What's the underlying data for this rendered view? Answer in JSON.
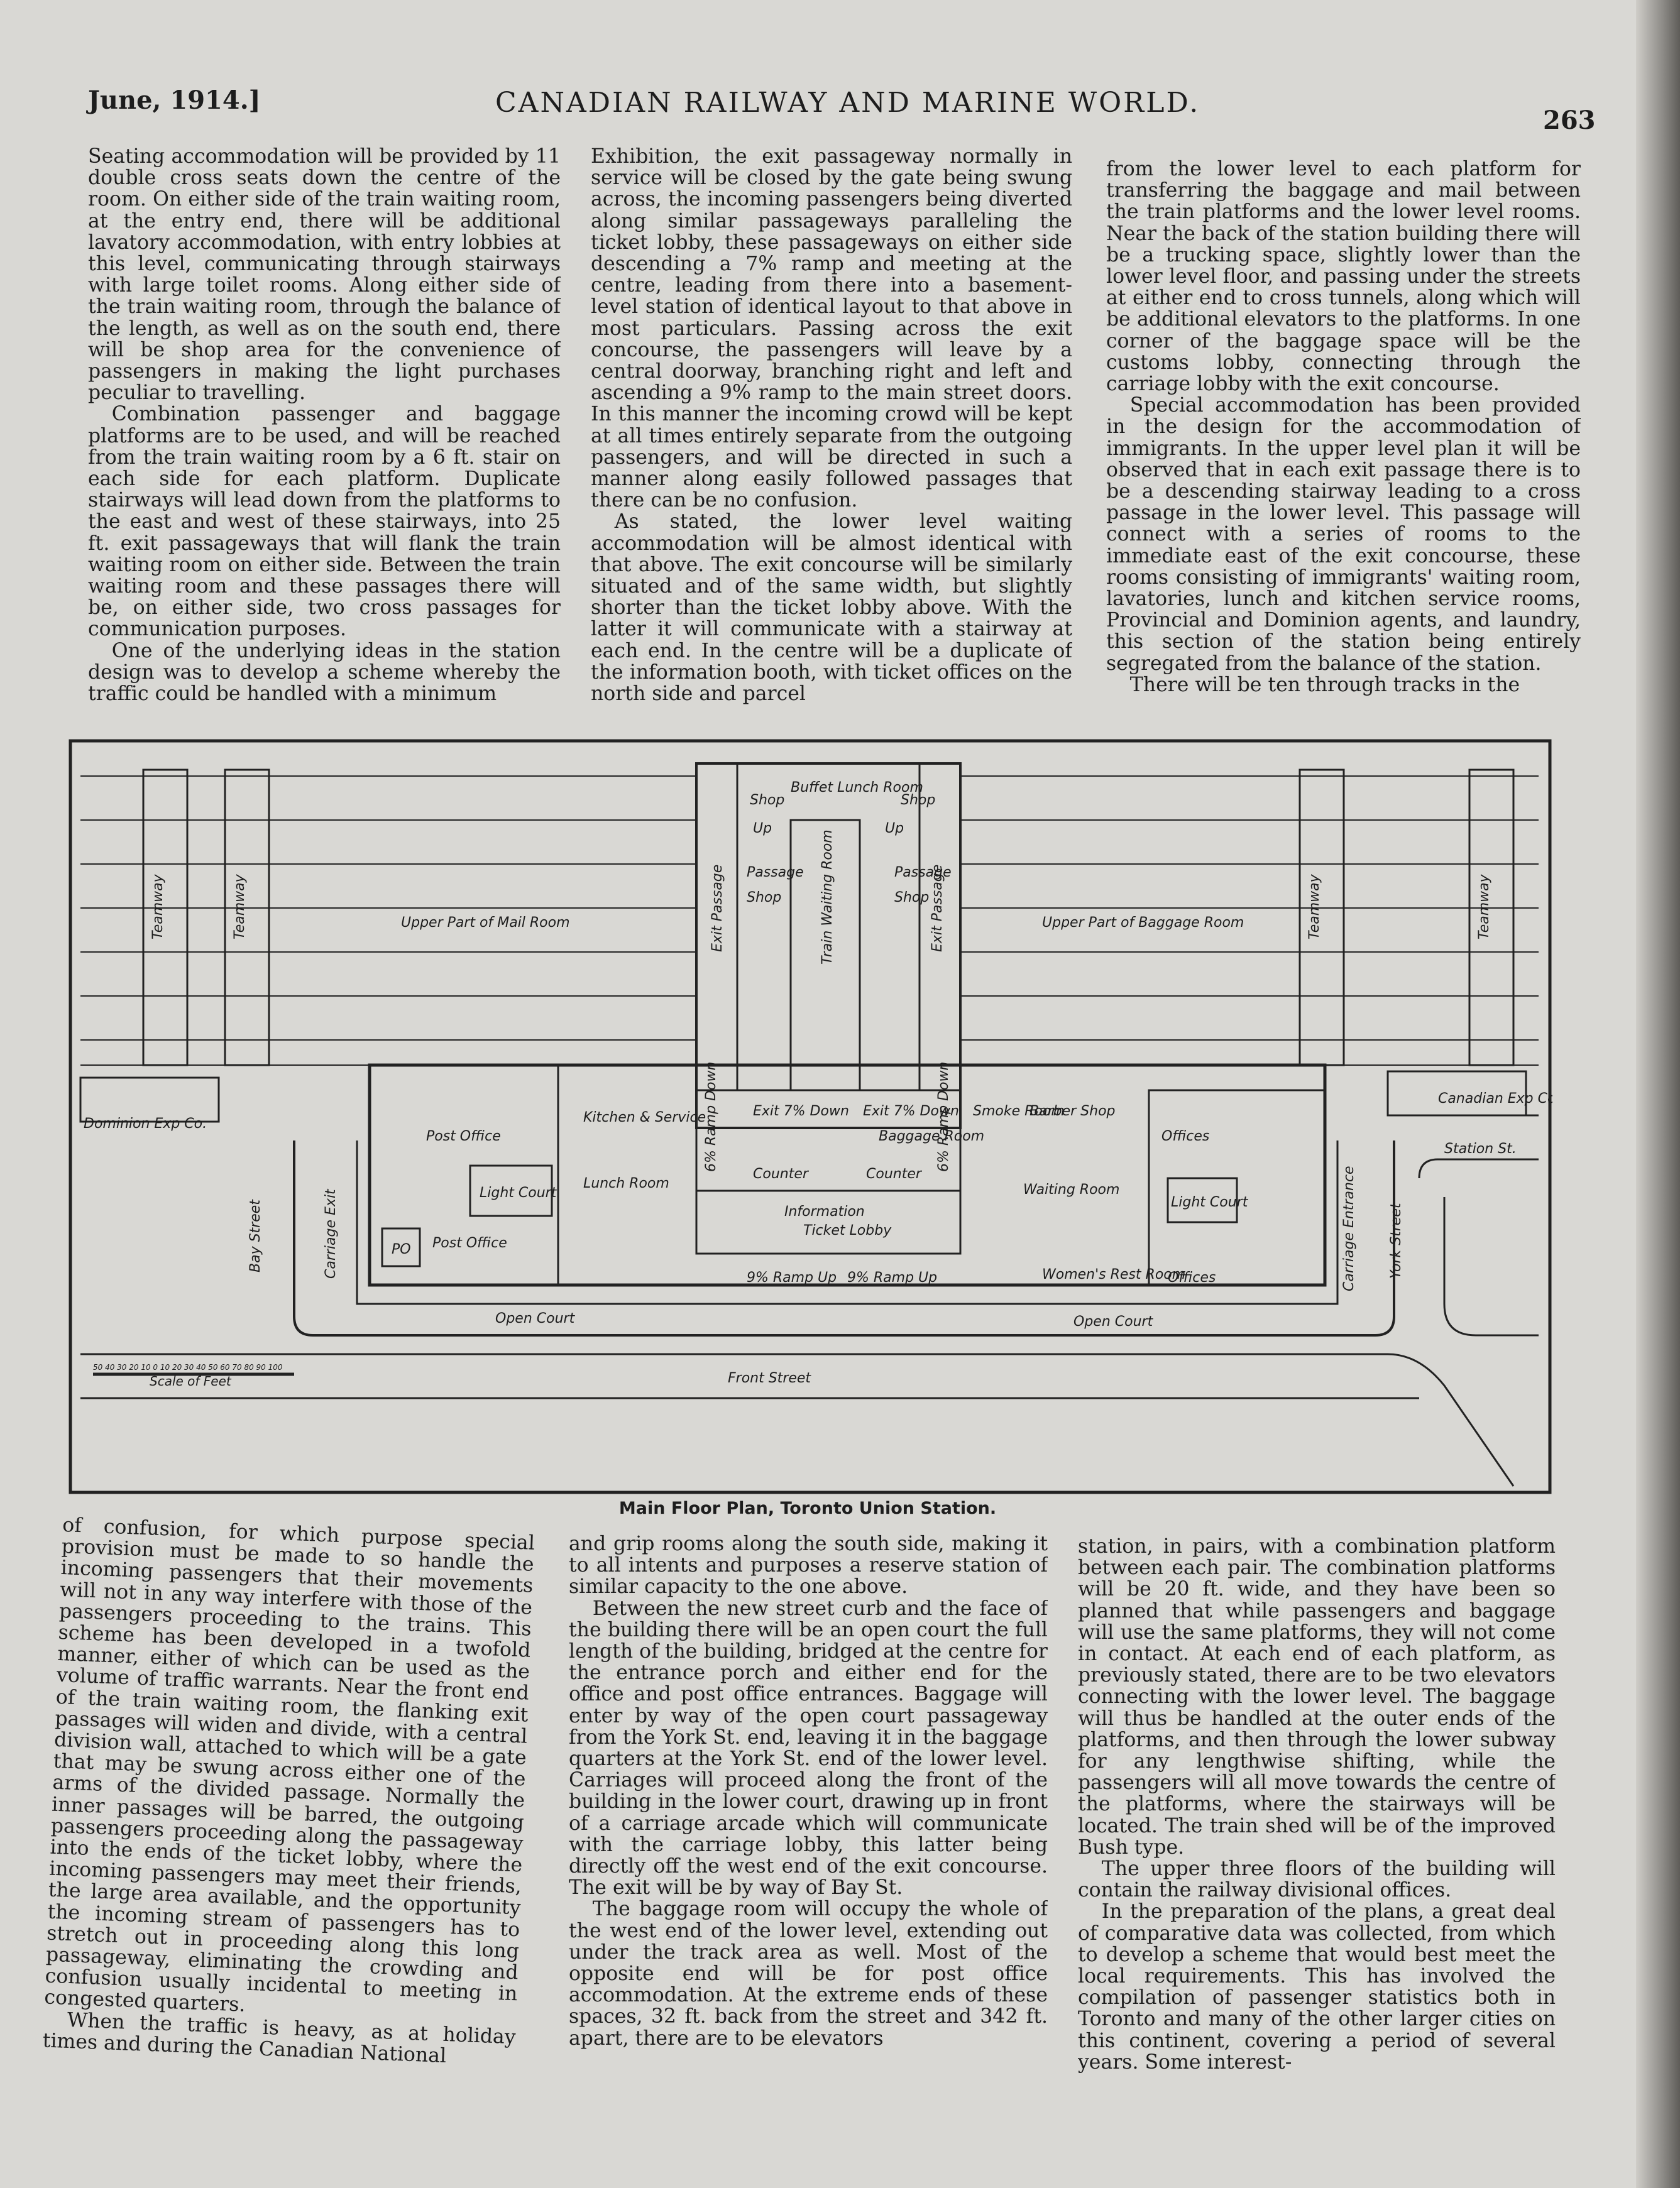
{
  "header": {
    "date": "June, 1914.]",
    "title": "CANADIAN RAILWAY AND MARINE WORLD.",
    "page_number": "263"
  },
  "columns_top": [
    {
      "paragraphs": [
        "Seating accommodation will be provided by 11 double cross seats down the centre of the room. On either side of the train waiting room, at the entry end, there will be additional lavatory accommodation, with entry lobbies at this level, communicating through stairways with large toilet rooms. Along either side of the train waiting room, through the balance of the length, as well as on the south end, there will be shop area for the convenience of passengers in making the light purchases peculiar to travelling.",
        "Combination passenger and baggage platforms are to be used, and will be reached from the train waiting room by a 6 ft. stair on each side for each platform. Duplicate stairways will lead down from the platforms to the east and west of these stairways, into 25 ft. exit passageways that will flank the train waiting room on either side. Between the train waiting room and these passages there will be, on either side, two cross passages for communication purposes.",
        "One of the underlying ideas in the station design was to develop a scheme whereby the traffic could be handled with a minimum"
      ]
    },
    {
      "paragraphs": [
        "Exhibition, the exit passageway normally in service will be closed by the gate being swung across, the incoming passengers being diverted along similar passageways paralleling the ticket lobby, these passageways on either side descending a 7% ramp and meeting at the centre, leading from there into a basement-level station of identical layout to that above in most particulars. Passing across the exit concourse, the passengers will leave by a central doorway, branching right and left and ascending a 9% ramp to the main street doors. In this manner the incoming crowd will be kept at all times entirely separate from the outgoing passengers, and will be directed in such a manner along easily followed passages that there can be no confusion.",
        "As stated, the lower level waiting accommodation will be almost identical with that above. The exit concourse will be similarly situated and of the same width, but slightly shorter than the ticket lobby above. With the latter it will communicate with a stairway at each end. In the centre will be a duplicate of the information booth, with ticket offices on the north side and parcel"
      ]
    },
    {
      "paragraphs": [
        "from the lower level to each platform for transferring the baggage and mail between the train platforms and the lower level rooms. Near the back of the station building there will be a trucking space, slightly lower than the lower level floor, and passing under the streets at either end to cross tunnels, along which will be additional elevators to the platforms. In one corner of the baggage space will be the customs lobby, connecting through the carriage lobby with the exit concourse.",
        "Special accommodation has been provided in the design for the accommodation of immigrants. In the upper level plan it will be observed that in each exit passage there is to be a descending stairway leading to a cross passage in the lower level. This passage will connect with a series of rooms to the immediate east of the exit concourse, these rooms consisting of immigrants' waiting room, lavatories, lunch and kitchen service rooms, Provincial and Dominion agents, and laundry, this section of the station being entirely segregated from the balance of the station.",
        "There will be ten through tracks in the"
      ]
    }
  ],
  "figure": {
    "caption": "Main Floor Plan, Toronto Union Station.",
    "labels": {
      "upper_mail": "Upper Part of Mail Room",
      "upper_baggage": "Upper Part of Baggage Room",
      "teamway": "Teamway",
      "exit_passage": "Exit Passage",
      "train_waiting": "Train Waiting Room",
      "buffet": "Buffet Lunch Room",
      "shop": "Shop",
      "passage": "Passage",
      "up": "Up",
      "post_office": "Post Office",
      "kitchen": "Kitchen & Service",
      "lunch_room": "Lunch Room",
      "light_court": "Light Court",
      "po": "PO",
      "open_court": "Open Court",
      "dominion_exp": "Dominion Exp Co.",
      "canadian_exp": "Canadian Exp Co.",
      "bay_street": "Bay Street",
      "york_street": "York Street",
      "carriage_exit": "Carriage Exit",
      "carriage_entrance": "Carriage Entrance",
      "station_st": "Station St.",
      "front_street": "Front Street",
      "information": "Information",
      "ticket_lobby": "Ticket Lobby",
      "exit_down": "Exit 7% Down",
      "baggage_room": "Baggage Room",
      "counter": "Counter",
      "smoke_room": "Smoke Room",
      "barber_shop": "Barber Shop",
      "offices": "Offices",
      "waiting_room": "Waiting Room",
      "womens_rest": "Women's Rest Room",
      "ramp_up": "9% Ramp Up",
      "ramp_down": "6% Ramp Down",
      "scale": "Scale of Feet",
      "scale_numbers": "50 40 30 20 10 0 10 20 30 40 50 60 70 80 90 100"
    }
  },
  "columns_bottom": [
    {
      "paragraphs": [
        "of confusion, for which purpose special provision must be made to so handle the incoming passengers that their movements will not in any way interfere with those of the passengers proceeding to the trains. This scheme has been developed in a twofold manner, either of which can be used as the volume of traffic warrants. Near the front end of the train waiting room, the flanking exit passages will widen and divide, with a central division wall, attached to which will be a gate that may be swung across either one of the arms of the divided passage. Normally the inner passages will be barred, the outgoing passengers proceeding along the passageway into the ends of the ticket lobby, where the incoming passengers may meet their friends, the large area available, and the opportunity the incoming stream of passengers has to stretch out in proceeding along this long passageway, eliminating the crowding and confusion usually incidental to meeting in congested quarters.",
        "When the traffic is heavy, as at holiday times and during the Canadian National"
      ]
    },
    {
      "paragraphs": [
        "and grip rooms along the south side, making it to all intents and purposes a reserve station of similar capacity to the one above.",
        "Between the new street curb and the face of the building there will be an open court the full length of the building, bridged at the centre for the entrance porch and either end for the office and post office entrances. Baggage will enter by way of the open court passageway from the York St. end, leaving it in the baggage quarters at the York St. end of the lower level. Carriages will proceed along the front of the building in the lower court, drawing up in front of a carriage arcade which will communicate with the carriage lobby, this latter being directly off the west end of the exit concourse. The exit will be by way of Bay St.",
        "The baggage room will occupy the whole of the west end of the lower level, extending out under the track area as well. Most of the opposite end will be for post office accommodation. At the extreme ends of these spaces, 32 ft. back from the street and 342 ft. apart, there are to be elevators"
      ]
    },
    {
      "paragraphs": [
        "station, in pairs, with a combination platform between each pair. The combination platforms will be 20 ft. wide, and they have been so planned that while passengers and baggage will use the same platforms, they will not come in contact. At each end of each platform, as previously stated, there are to be two elevators connecting with the lower level. The baggage will thus be handled at the outer ends of the platforms, and then through the lower subway for any lengthwise shifting, while the passengers will all move towards the centre of the platforms, where the stairways will be located. The train shed will be of the improved Bush type.",
        "The upper three floors of the building will contain the railway divisional offices.",
        "In the preparation of the plans, a great deal of comparative data was collected, from which to develop a scheme that would best meet the local requirements. This has involved the compilation of passenger statistics both in Toronto and many of the other larger cities on this continent, covering a period of several years. Some interest-"
      ]
    }
  ]
}
